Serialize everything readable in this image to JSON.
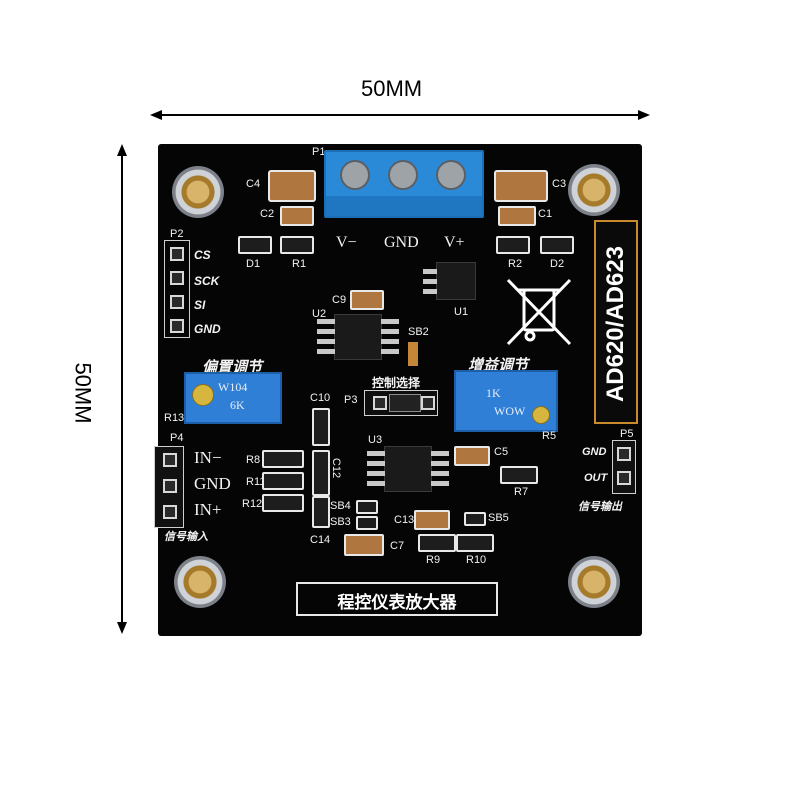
{
  "dimensions": {
    "width_label": "50MM",
    "height_label": "50MM"
  },
  "board": {
    "terminal_header": "P1",
    "terminal_labels": [
      "V−",
      "GND",
      "V+"
    ],
    "cap_labels": {
      "c4": "C4",
      "c3": "C3",
      "c2": "C2",
      "c1": "C1",
      "c9": "C9",
      "c10": "C10",
      "c5": "C5",
      "c13": "C13",
      "c7": "C7",
      "c12": "C12",
      "c14": "C14"
    },
    "diode_labels": {
      "d1": "D1",
      "d2": "D2"
    },
    "resistor_labels": {
      "r1": "R1",
      "r2": "R2",
      "r13": "R13",
      "r5": "R5",
      "r7": "R7",
      "r8": "R8",
      "r11": "R11",
      "r12": "R12",
      "r9": "R9",
      "r10": "R10"
    },
    "p2": {
      "name": "P2",
      "pins": [
        "CS",
        "SCK",
        "SI",
        "GND"
      ]
    },
    "ic_labels": {
      "u1": "U1",
      "u2": "U2",
      "u3": "U3"
    },
    "sb_labels": {
      "sb2": "SB2",
      "sb4": "SB4",
      "sb3": "SB3",
      "sb5": "SB5"
    },
    "p3": "P3",
    "control_select": "控制选择",
    "offset_adjust": "偏置调节",
    "gain_adjust": "增益调节",
    "pot_left_marks": [
      "W104",
      "6K"
    ],
    "pot_right_marks": [
      "1K",
      "WOW"
    ],
    "p4": {
      "name": "P4",
      "pins": [
        "IN−",
        "GND",
        "IN+"
      ],
      "caption": "信号输入"
    },
    "p5": {
      "name": "P5",
      "pins": [
        "GND",
        "OUT"
      ],
      "caption": "信号输出"
    },
    "part_number": "AD620/AD623",
    "title": "程控仪表放大器"
  },
  "colors": {
    "board": "#050505",
    "silk": "#f2f2f2",
    "terminal": "#2a8ad8",
    "pot": "#2f7fd6",
    "pad": "#e8e8e8"
  }
}
